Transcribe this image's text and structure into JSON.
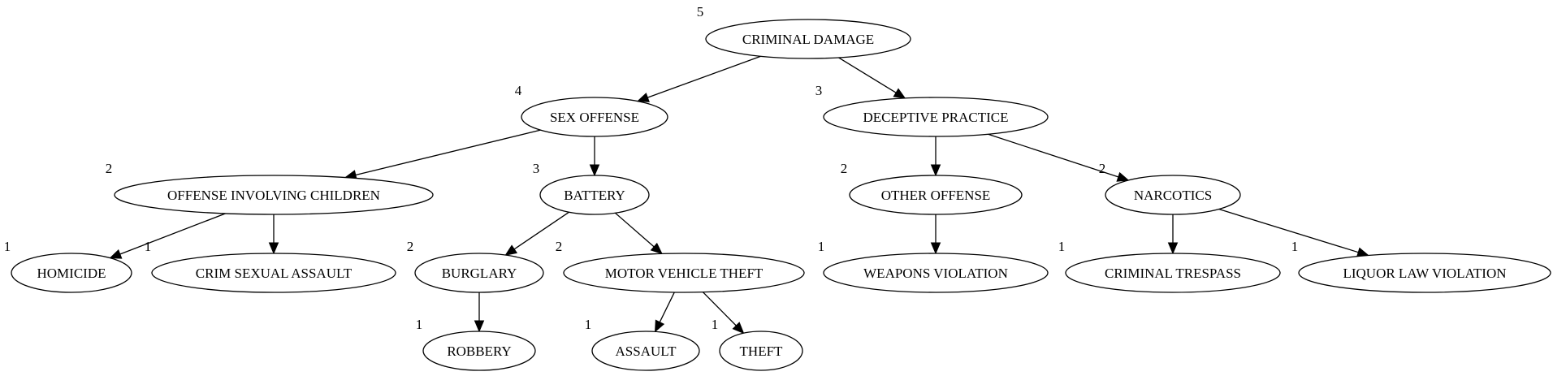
{
  "nodes": [
    {
      "id": "criminal-damage",
      "label": "CRIMINAL DAMAGE",
      "rank": "5"
    },
    {
      "id": "sex-offense",
      "label": "SEX OFFENSE",
      "rank": "4"
    },
    {
      "id": "deceptive-practice",
      "label": "DECEPTIVE PRACTICE",
      "rank": "3"
    },
    {
      "id": "offense-involving-children",
      "label": "OFFENSE INVOLVING CHILDREN",
      "rank": "2"
    },
    {
      "id": "battery",
      "label": "BATTERY",
      "rank": "3"
    },
    {
      "id": "other-offense",
      "label": "OTHER OFFENSE",
      "rank": "2"
    },
    {
      "id": "narcotics",
      "label": "NARCOTICS",
      "rank": "2"
    },
    {
      "id": "homicide",
      "label": "HOMICIDE",
      "rank": "1"
    },
    {
      "id": "crim-sexual-assault",
      "label": "CRIM SEXUAL ASSAULT",
      "rank": "1"
    },
    {
      "id": "burglary",
      "label": "BURGLARY",
      "rank": "2"
    },
    {
      "id": "motor-vehicle-theft",
      "label": "MOTOR VEHICLE THEFT",
      "rank": "2"
    },
    {
      "id": "weapons-violation",
      "label": "WEAPONS VIOLATION",
      "rank": "1"
    },
    {
      "id": "criminal-trespass",
      "label": "CRIMINAL TRESPASS",
      "rank": "1"
    },
    {
      "id": "liquor-law-violation",
      "label": "LIQUOR LAW VIOLATION",
      "rank": "1"
    },
    {
      "id": "robbery",
      "label": "ROBBERY",
      "rank": "1"
    },
    {
      "id": "assault",
      "label": "ASSAULT",
      "rank": "1"
    },
    {
      "id": "theft",
      "label": "THEFT",
      "rank": "1"
    }
  ],
  "edges": [
    {
      "from": "criminal-damage",
      "to": "sex-offense"
    },
    {
      "from": "criminal-damage",
      "to": "deceptive-practice"
    },
    {
      "from": "sex-offense",
      "to": "offense-involving-children"
    },
    {
      "from": "sex-offense",
      "to": "battery"
    },
    {
      "from": "deceptive-practice",
      "to": "other-offense"
    },
    {
      "from": "deceptive-practice",
      "to": "narcotics"
    },
    {
      "from": "offense-involving-children",
      "to": "homicide"
    },
    {
      "from": "offense-involving-children",
      "to": "crim-sexual-assault"
    },
    {
      "from": "battery",
      "to": "burglary"
    },
    {
      "from": "battery",
      "to": "motor-vehicle-theft"
    },
    {
      "from": "other-offense",
      "to": "weapons-violation"
    },
    {
      "from": "narcotics",
      "to": "criminal-trespass"
    },
    {
      "from": "narcotics",
      "to": "liquor-law-violation"
    },
    {
      "from": "burglary",
      "to": "robbery"
    },
    {
      "from": "motor-vehicle-theft",
      "to": "assault"
    },
    {
      "from": "motor-vehicle-theft",
      "to": "theft"
    }
  ]
}
